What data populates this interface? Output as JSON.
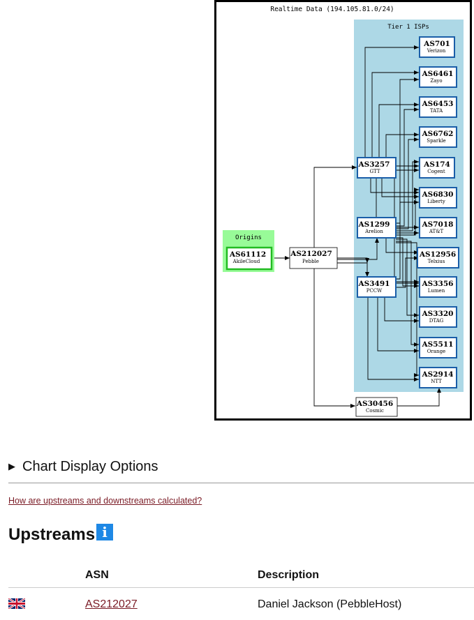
{
  "graph": {
    "title": "Realtime Data (194.105.81.0/24)",
    "tier1_label": "Tier 1 ISPs",
    "origins_label": "Origins",
    "colors": {
      "tier1_bg": "#add8e6",
      "origins_bg": "#98fb98",
      "tier1_border": "#1a5ea8",
      "origin_border": "#22bb22",
      "frame": "#000000"
    },
    "nodes": {
      "origin": {
        "asn": "AS61112",
        "name": "AkileCloud"
      },
      "pebble": {
        "asn": "AS212027",
        "name": "Pebble"
      },
      "gtt": {
        "asn": "AS3257",
        "name": "GTT"
      },
      "arelion": {
        "asn": "AS1299",
        "name": "Arelion"
      },
      "pccw": {
        "asn": "AS3491",
        "name": "PCCW"
      },
      "cosmic": {
        "asn": "AS30456",
        "name": "Cosmic"
      },
      "verizon": {
        "asn": "AS701",
        "name": "Verizon"
      },
      "zayo": {
        "asn": "AS6461",
        "name": "Zayo"
      },
      "tata": {
        "asn": "AS6453",
        "name": "TATA"
      },
      "sparkle": {
        "asn": "AS6762",
        "name": "Sparkle"
      },
      "cogent": {
        "asn": "AS174",
        "name": "Cogent"
      },
      "liberty": {
        "asn": "AS6830",
        "name": "Liberty"
      },
      "att": {
        "asn": "AS7018",
        "name": "AT&T"
      },
      "telxius": {
        "asn": "AS12956",
        "name": "Telxius"
      },
      "lumen": {
        "asn": "AS3356",
        "name": "Lumen"
      },
      "dtag": {
        "asn": "AS3320",
        "name": "DTAG"
      },
      "orange": {
        "asn": "AS5511",
        "name": "Orange"
      },
      "ntt": {
        "asn": "AS2914",
        "name": "NTT"
      }
    }
  },
  "options": {
    "label": "Chart Display Options"
  },
  "help": {
    "link_text": "How are upstreams and downstreams calculated?"
  },
  "upstreams": {
    "heading": "Upstreams",
    "info_glyph": "i",
    "columns": {
      "flag": "",
      "asn": "ASN",
      "description": "Description"
    },
    "rows": [
      {
        "flag_icon": "uk-flag-icon",
        "asn": "AS212027",
        "description": "Daniel Jackson (PebbleHost)"
      }
    ]
  }
}
